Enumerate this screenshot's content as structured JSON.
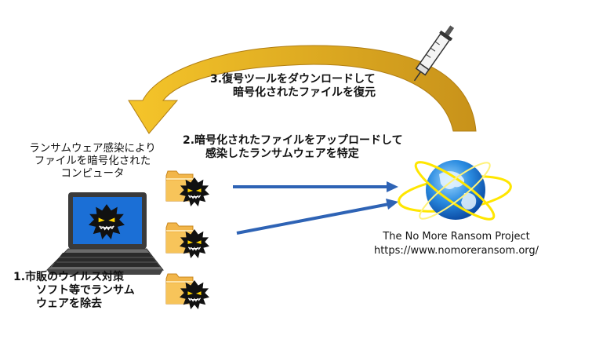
{
  "computer_caption": [
    "ランサムウェア感染により",
    "ファイルを暗号化された",
    "コンピュータ"
  ],
  "step1": [
    "1.市販のウイルス対策",
    "ソフト等でランサム",
    "ウェアを除去"
  ],
  "step2": [
    "2.暗号化されたファイルをアップロードして",
    "感染したランサムウェアを特定"
  ],
  "step3": [
    "3.復号ツールをダウンロードして",
    "暗号化されたファイルを復元"
  ],
  "project": {
    "name": "The No More Ransom Project",
    "url": "https://www.nomoreransom.org/"
  },
  "colors": {
    "arrow_blue": "#2e63b5",
    "curve_gold": "#e8b61e",
    "folder": "#f2b64a",
    "screen": "#1b6fd6",
    "globe": "#1f7fd8",
    "ring": "#ffe600"
  },
  "icons": [
    "laptop-icon",
    "virus-icon",
    "folder-icon",
    "globe-icon",
    "syringe-icon"
  ]
}
